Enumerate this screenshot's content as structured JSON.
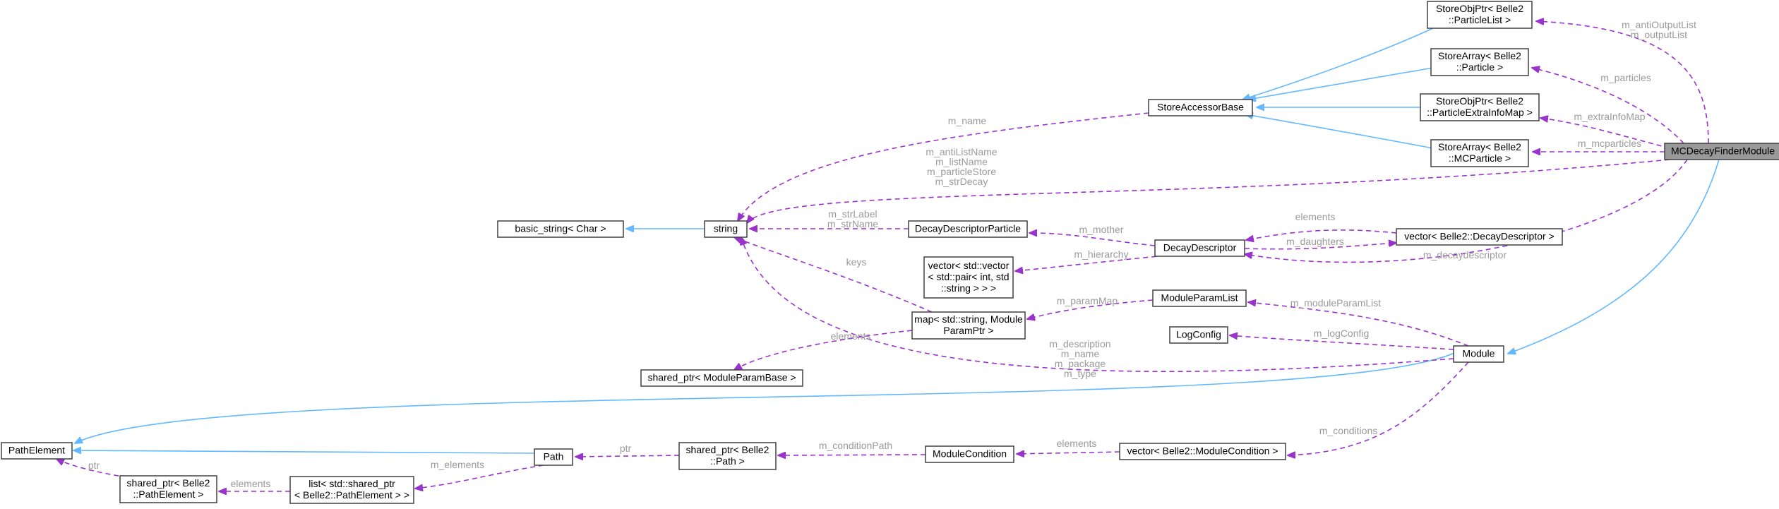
{
  "nodes": [
    {
      "id": "MCDecayFinderModule",
      "lines": [
        "MCDecayFinderModule"
      ],
      "focus": true
    },
    {
      "id": "StoreObjPtr_ParticleList",
      "lines": [
        "StoreObjPtr< Belle2",
        "::ParticleList >"
      ]
    },
    {
      "id": "StoreArray_Particle",
      "lines": [
        "StoreArray< Belle2",
        "::Particle >"
      ]
    },
    {
      "id": "StoreObjPtr_ParticleExtraInfoMap",
      "lines": [
        "StoreObjPtr< Belle2",
        "::ParticleExtraInfoMap >"
      ]
    },
    {
      "id": "StoreArray_MCParticle",
      "lines": [
        "StoreArray< Belle2",
        "::MCParticle >"
      ]
    },
    {
      "id": "StoreAccessorBase",
      "lines": [
        "StoreAccessorBase"
      ]
    },
    {
      "id": "string",
      "lines": [
        "string"
      ]
    },
    {
      "id": "basic_string",
      "lines": [
        "basic_string< Char >"
      ]
    },
    {
      "id": "DecayDescriptorParticle",
      "lines": [
        "DecayDescriptorParticle"
      ]
    },
    {
      "id": "DecayDescriptor",
      "lines": [
        "DecayDescriptor"
      ]
    },
    {
      "id": "vector_DecayDescriptor",
      "lines": [
        "vector< Belle2::DecayDescriptor >"
      ]
    },
    {
      "id": "vector_vector_pair",
      "lines": [
        "vector< std::vector",
        "< std::pair< int, std",
        "::string > > >"
      ]
    },
    {
      "id": "map_ModuleParamPtr",
      "lines": [
        "map< std::string, Module",
        "ParamPtr >"
      ]
    },
    {
      "id": "ModuleParamList",
      "lines": [
        "ModuleParamList"
      ]
    },
    {
      "id": "LogConfig",
      "lines": [
        "LogConfig"
      ]
    },
    {
      "id": "Module",
      "lines": [
        "Module"
      ]
    },
    {
      "id": "shared_ptr_ModuleParamBase",
      "lines": [
        "shared_ptr< ModuleParamBase >"
      ]
    },
    {
      "id": "PathElement",
      "lines": [
        "PathElement"
      ]
    },
    {
      "id": "Path",
      "lines": [
        "Path"
      ]
    },
    {
      "id": "shared_ptr_Path",
      "lines": [
        "shared_ptr< Belle2",
        "::Path >"
      ]
    },
    {
      "id": "ModuleCondition",
      "lines": [
        "ModuleCondition"
      ]
    },
    {
      "id": "vector_ModuleCondition",
      "lines": [
        "vector< Belle2::ModuleCondition >"
      ]
    },
    {
      "id": "shared_ptr_PathElement",
      "lines": [
        "shared_ptr< Belle2",
        "::PathElement >"
      ]
    },
    {
      "id": "list_PathElement",
      "lines": [
        "list< std::shared_ptr",
        "< Belle2::PathElement > >"
      ]
    }
  ],
  "edges": [
    {
      "id": "e-store1",
      "kind": "inherit",
      "from": "StoreObjPtr_ParticleList",
      "to": "StoreAccessorBase",
      "label": []
    },
    {
      "id": "e-store2",
      "kind": "inherit",
      "from": "StoreArray_Particle",
      "to": "StoreAccessorBase",
      "label": []
    },
    {
      "id": "e-store3",
      "kind": "inherit",
      "from": "StoreObjPtr_ParticleExtraInfoMap",
      "to": "StoreAccessorBase",
      "label": []
    },
    {
      "id": "e-store4",
      "kind": "inherit",
      "from": "StoreArray_MCParticle",
      "to": "StoreAccessorBase",
      "label": []
    },
    {
      "id": "e-string-basic",
      "kind": "inherit",
      "from": "string",
      "to": "basic_string",
      "label": []
    },
    {
      "id": "e-mcdf-module",
      "kind": "inherit",
      "from": "MCDecayFinderModule",
      "to": "Module",
      "label": []
    },
    {
      "id": "e-module-pathelement",
      "kind": "inherit",
      "from": "Module",
      "to": "PathElement",
      "label": []
    },
    {
      "id": "e-path-pathelement",
      "kind": "inherit",
      "from": "Path",
      "to": "PathElement",
      "label": []
    },
    {
      "id": "e-outputlist",
      "kind": "usage",
      "from": "MCDecayFinderModule",
      "to": "StoreObjPtr_ParticleList",
      "label": [
        "m_antiOutputList",
        "m_outputList"
      ]
    },
    {
      "id": "e-particles",
      "kind": "usage",
      "from": "MCDecayFinderModule",
      "to": "StoreArray_Particle",
      "label": [
        "m_particles"
      ]
    },
    {
      "id": "e-extrainfo",
      "kind": "usage",
      "from": "MCDecayFinderModule",
      "to": "StoreObjPtr_ParticleExtraInfoMap",
      "label": [
        "m_extraInfoMap"
      ]
    },
    {
      "id": "e-mcparticles",
      "kind": "usage",
      "from": "MCDecayFinderModule",
      "to": "StoreArray_MCParticle",
      "label": [
        "m_mcparticles"
      ]
    },
    {
      "id": "e-mcdf-string",
      "kind": "usage",
      "from": "MCDecayFinderModule",
      "to": "string",
      "label": [
        "m_antiListName",
        "m_listName",
        "m_particleStore",
        "m_strDecay"
      ]
    },
    {
      "id": "e-decaydescriptor",
      "kind": "usage",
      "from": "MCDecayFinderModule",
      "to": "DecayDescriptor",
      "label": [
        "m_decaydescriptor"
      ]
    },
    {
      "id": "e-name",
      "kind": "usage",
      "from": "StoreAccessorBase",
      "to": "string",
      "label": [
        "m_name"
      ]
    },
    {
      "id": "e-strlabel",
      "kind": "usage",
      "from": "DecayDescriptorParticle",
      "to": "string",
      "label": [
        "m_strLabel",
        "m_strName"
      ]
    },
    {
      "id": "e-mother",
      "kind": "usage",
      "from": "DecayDescriptor",
      "to": "DecayDescriptorParticle",
      "label": [
        "m_mother"
      ]
    },
    {
      "id": "e-hierarchy",
      "kind": "usage",
      "from": "DecayDescriptor",
      "to": "vector_vector_pair",
      "label": [
        "m_hierarchy"
      ]
    },
    {
      "id": "e-elements-dd",
      "kind": "usage",
      "from": "vector_DecayDescriptor",
      "to": "DecayDescriptor",
      "label": [
        "elements"
      ]
    },
    {
      "id": "e-daughters",
      "kind": "usage",
      "from": "DecayDescriptor",
      "to": "vector_DecayDescriptor",
      "label": [
        "m_daughters"
      ]
    },
    {
      "id": "e-keys",
      "kind": "usage",
      "from": "map_ModuleParamPtr",
      "to": "string",
      "label": [
        "keys"
      ]
    },
    {
      "id": "e-elements-map",
      "kind": "usage",
      "from": "map_ModuleParamPtr",
      "to": "shared_ptr_ModuleParamBase",
      "label": [
        "elements"
      ]
    },
    {
      "id": "e-parammap",
      "kind": "usage",
      "from": "ModuleParamList",
      "to": "map_ModuleParamPtr",
      "label": [
        "m_paramMap"
      ]
    },
    {
      "id": "e-moduleparamlist",
      "kind": "usage",
      "from": "Module",
      "to": "ModuleParamList",
      "label": [
        "m_moduleParamList"
      ]
    },
    {
      "id": "e-logconfig",
      "kind": "usage",
      "from": "Module",
      "to": "LogConfig",
      "label": [
        "m_logConfig"
      ]
    },
    {
      "id": "e-module-string",
      "kind": "usage",
      "from": "Module",
      "to": "string",
      "label": [
        "m_description",
        "m_name",
        "m_package",
        "m_type"
      ]
    },
    {
      "id": "e-conditions",
      "kind": "usage",
      "from": "Module",
      "to": "vector_ModuleCondition",
      "label": [
        "m_conditions"
      ]
    },
    {
      "id": "e-elements-cond",
      "kind": "usage",
      "from": "vector_ModuleCondition",
      "to": "ModuleCondition",
      "label": [
        "elements"
      ]
    },
    {
      "id": "e-conditionpath",
      "kind": "usage",
      "from": "ModuleCondition",
      "to": "shared_ptr_Path",
      "label": [
        "m_conditionPath"
      ]
    },
    {
      "id": "e-ptr-path",
      "kind": "usage",
      "from": "shared_ptr_Path",
      "to": "Path",
      "label": [
        "ptr"
      ]
    },
    {
      "id": "e-melements",
      "kind": "usage",
      "from": "Path",
      "to": "list_PathElement",
      "label": [
        "m_elements"
      ]
    },
    {
      "id": "e-elements-list",
      "kind": "usage",
      "from": "list_PathElement",
      "to": "shared_ptr_PathElement",
      "label": [
        "elements"
      ]
    },
    {
      "id": "e-ptr-pathelement",
      "kind": "usage",
      "from": "shared_ptr_PathElement",
      "to": "PathElement",
      "label": [
        "ptr"
      ]
    }
  ]
}
